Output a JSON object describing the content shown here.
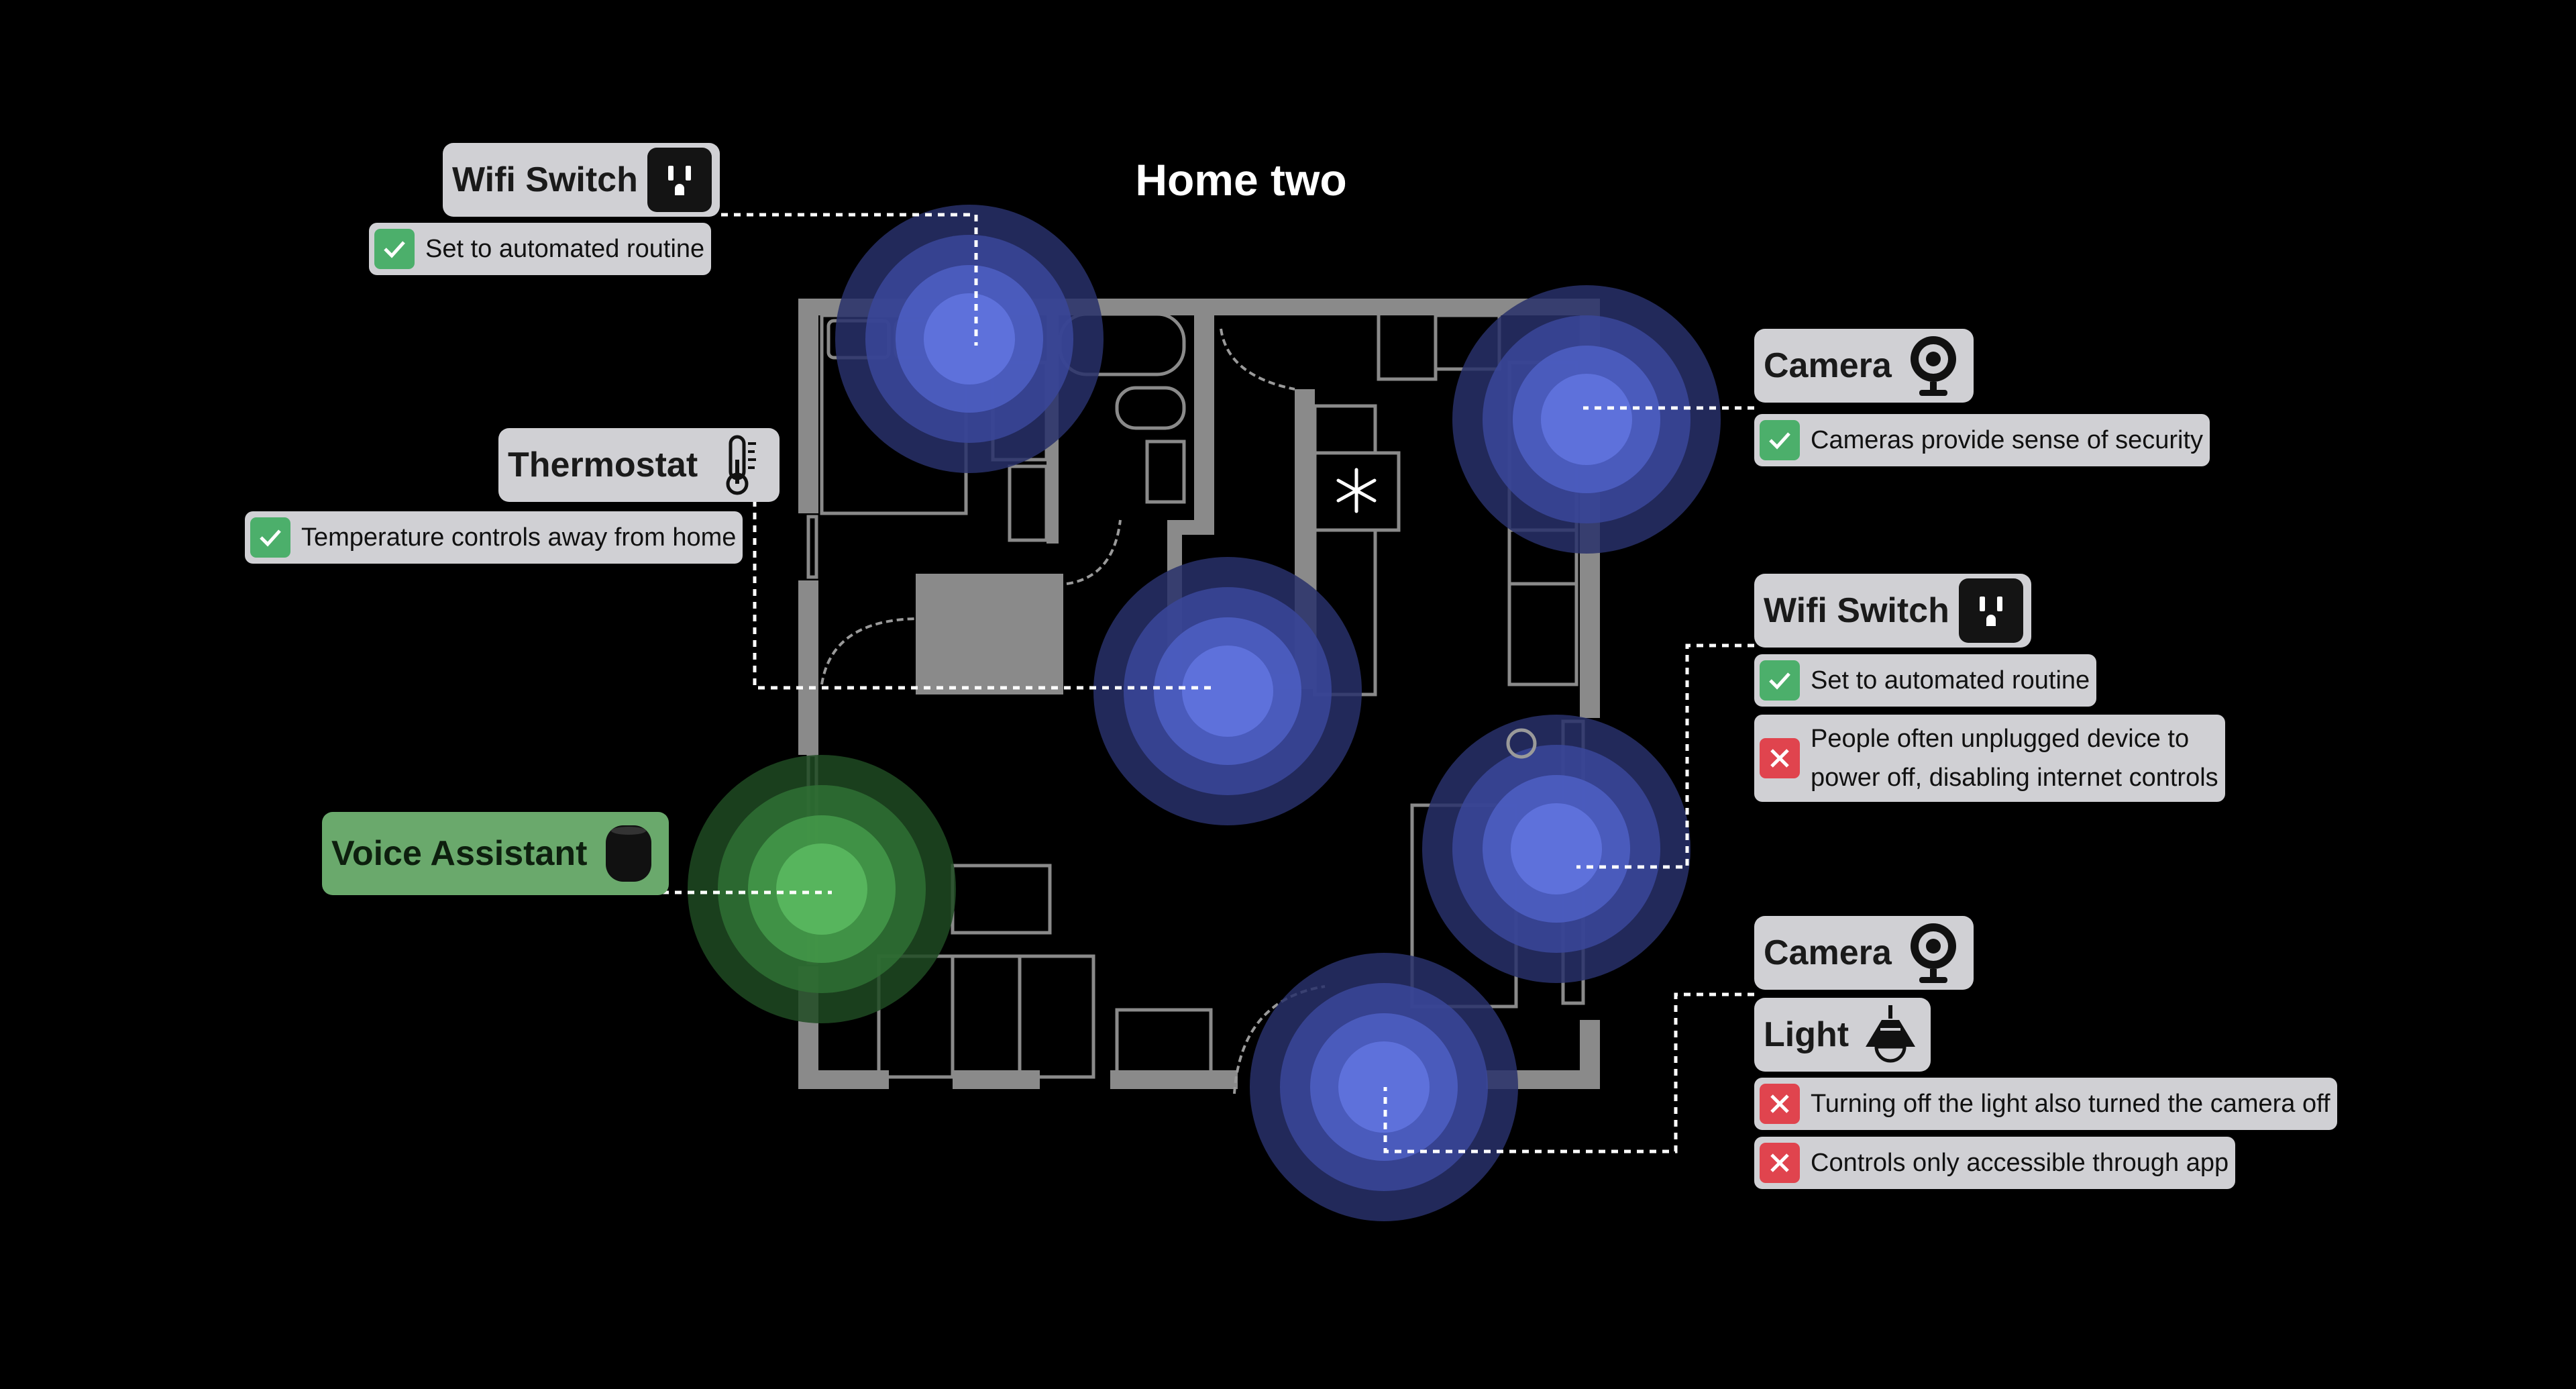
{
  "title": "Home two",
  "colors": {
    "background": "#000000",
    "card": "#d0d0d4",
    "ok": "#4caf6b",
    "bad": "#e0444e",
    "zone_blue": "#5a6fd8",
    "zone_green": "#57b463",
    "walls": "#8a8a8a"
  },
  "devices": [
    {
      "label": "Wifi Switch",
      "icon": "outlet-icon",
      "notes": [
        {
          "status": "ok",
          "text": "Set to automated routine"
        }
      ]
    },
    {
      "label": "Thermostat",
      "icon": "thermometer-icon",
      "notes": [
        {
          "status": "ok",
          "text": "Temperature controls away from home"
        }
      ]
    },
    {
      "label": "Voice Assistant",
      "icon": "smart-speaker-icon",
      "notes": []
    },
    {
      "label": "Camera",
      "icon": "camera-icon",
      "notes": [
        {
          "status": "ok",
          "text": "Cameras provide sense of security"
        }
      ]
    },
    {
      "label": "Wifi Switch",
      "icon": "outlet-icon",
      "notes": [
        {
          "status": "ok",
          "text": "Set to automated routine"
        },
        {
          "status": "bad",
          "text": "People often unplugged device to power off, disabling internet controls",
          "lines": [
            "People often unplugged device to",
            "power off, disabling internet controls"
          ]
        }
      ]
    },
    {
      "label": "Camera",
      "icon": "camera-icon",
      "notes": []
    },
    {
      "label": "Light",
      "icon": "ceiling-light-icon",
      "notes": [
        {
          "status": "bad",
          "text": "Turning off the light also turned the camera off"
        },
        {
          "status": "bad",
          "text": "Controls only accessible through app"
        }
      ]
    }
  ]
}
